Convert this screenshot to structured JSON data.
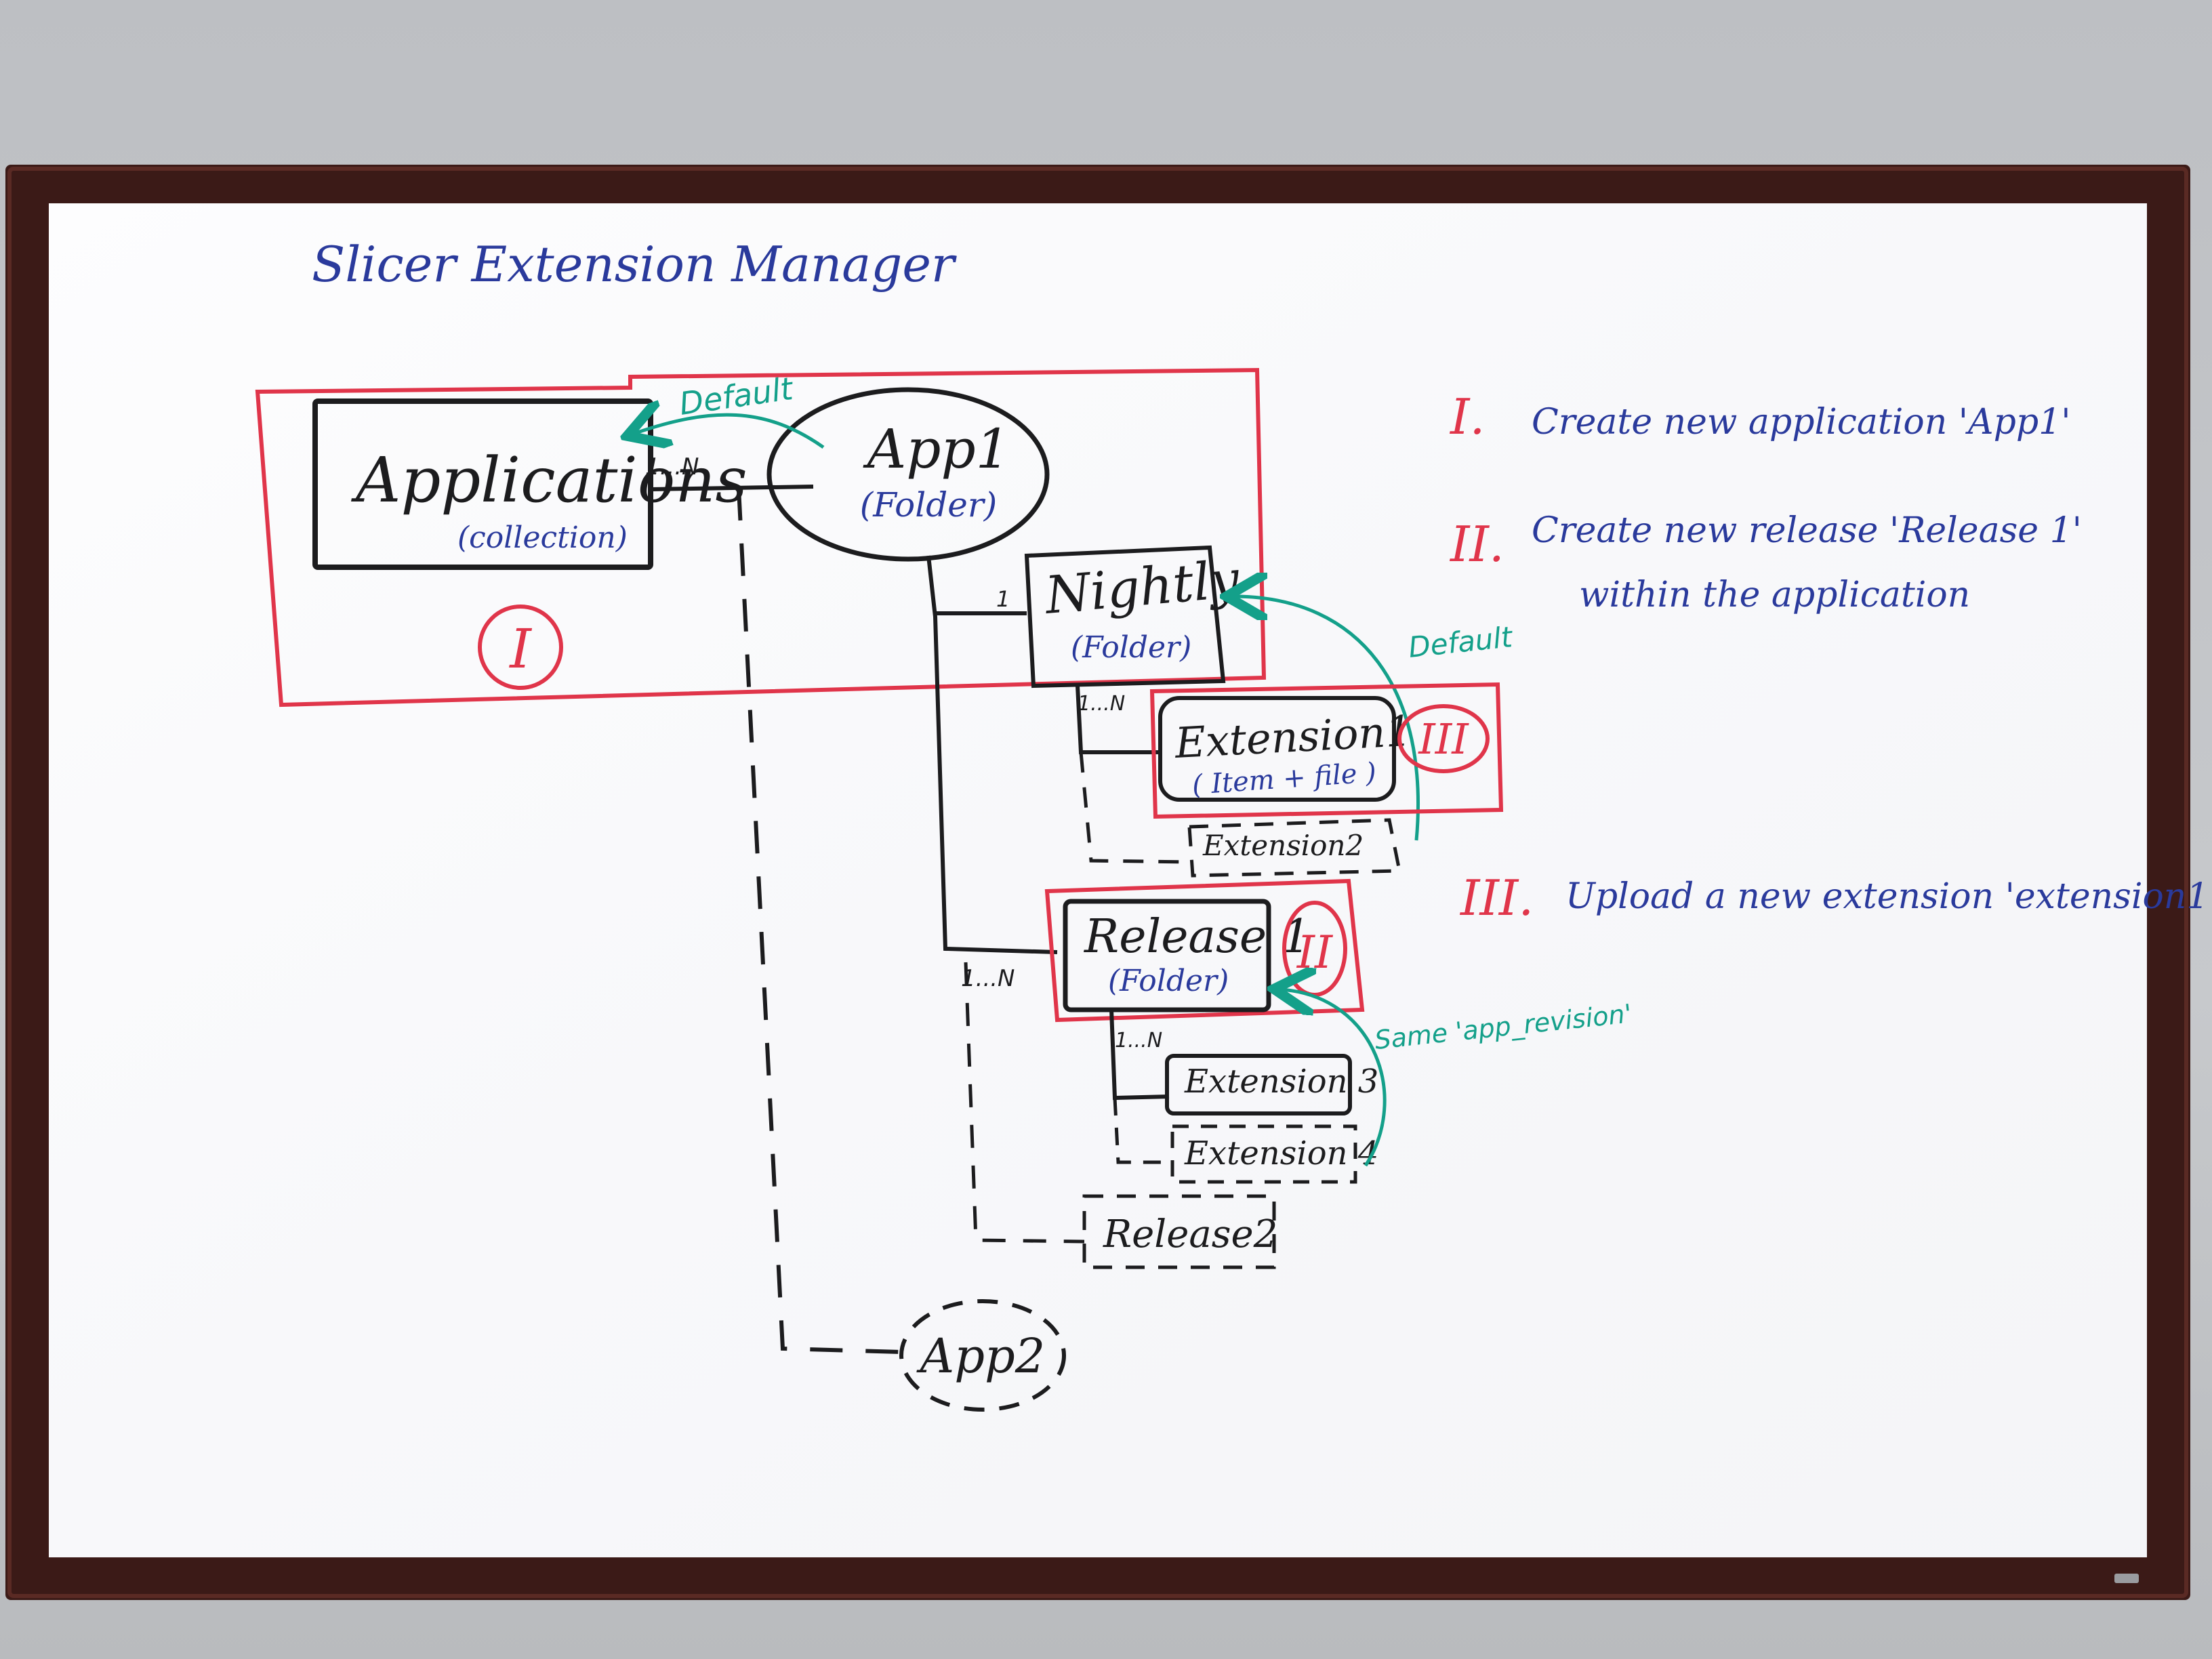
{
  "title": "Slicer Extension Manager",
  "colors": {
    "black": "#1c1c1e",
    "red": "#e0354a",
    "blue": "#2a3a9c",
    "teal": "#14a08a",
    "board": "#fbfbfd",
    "frame": "#3b1a17"
  },
  "nodes": {
    "applications": {
      "label": "Applications",
      "type": "(collection)"
    },
    "app1": {
      "label": "App1",
      "type": "(Folder)"
    },
    "nightly": {
      "label": "Nightly",
      "type": "(Folder)"
    },
    "extension1": {
      "label": "Extension1",
      "type": "( Item + file )"
    },
    "extension2": {
      "label": "Extension2"
    },
    "release1": {
      "label": "Release 1",
      "type": "(Folder)"
    },
    "extension3": {
      "label": "Extension 3"
    },
    "extension4": {
      "label": "Extension 4"
    },
    "release2": {
      "label": "Release2"
    },
    "app2": {
      "label": "App2"
    }
  },
  "cardinalities": {
    "applications_to_apps": "1...N",
    "app1_to_nightly": "1",
    "nightly_to_extensions": "1...N",
    "app1_to_releases": "1...N",
    "release1_to_extensions": "1...N"
  },
  "annotations": {
    "default_app": "Default",
    "default_nightly": "Default",
    "same_revision": "Same 'app_revision'"
  },
  "markers": {
    "step1": "I",
    "step2": "II",
    "step3": "III"
  },
  "steps": [
    {
      "numeral": "I.",
      "text": "Create new application 'App1'"
    },
    {
      "numeral": "II.",
      "text": "Create new release 'Release 1'",
      "text2": "within the application"
    },
    {
      "numeral": "III.",
      "text": "Upload a new extension 'extension1'"
    }
  ]
}
